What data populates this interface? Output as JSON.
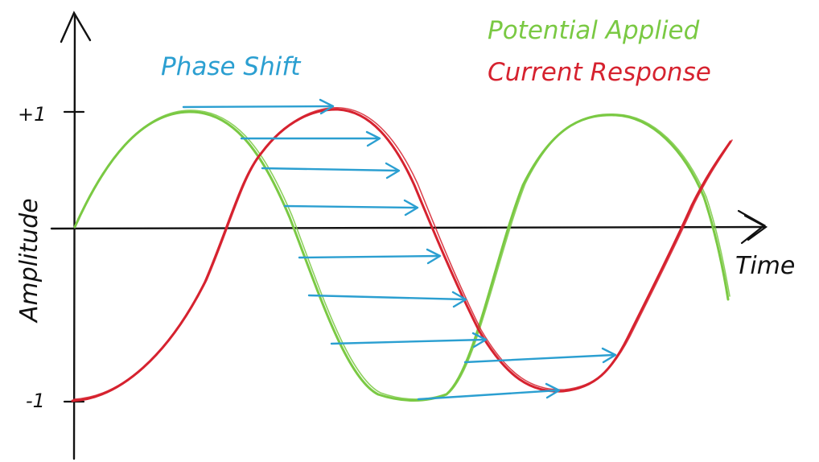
{
  "labels": {
    "y_axis": "Amplitude",
    "x_axis": "Time",
    "tick_plus_one": "+1",
    "tick_minus_one": "-1",
    "phase_shift": "Phase Shift"
  },
  "legend": {
    "potential": "Potential Applied",
    "current": "Current Response"
  },
  "colors": {
    "potential": "#7ac943",
    "current": "#d6222f",
    "phase_arrow": "#2b9fd1",
    "axis": "#111111"
  }
}
